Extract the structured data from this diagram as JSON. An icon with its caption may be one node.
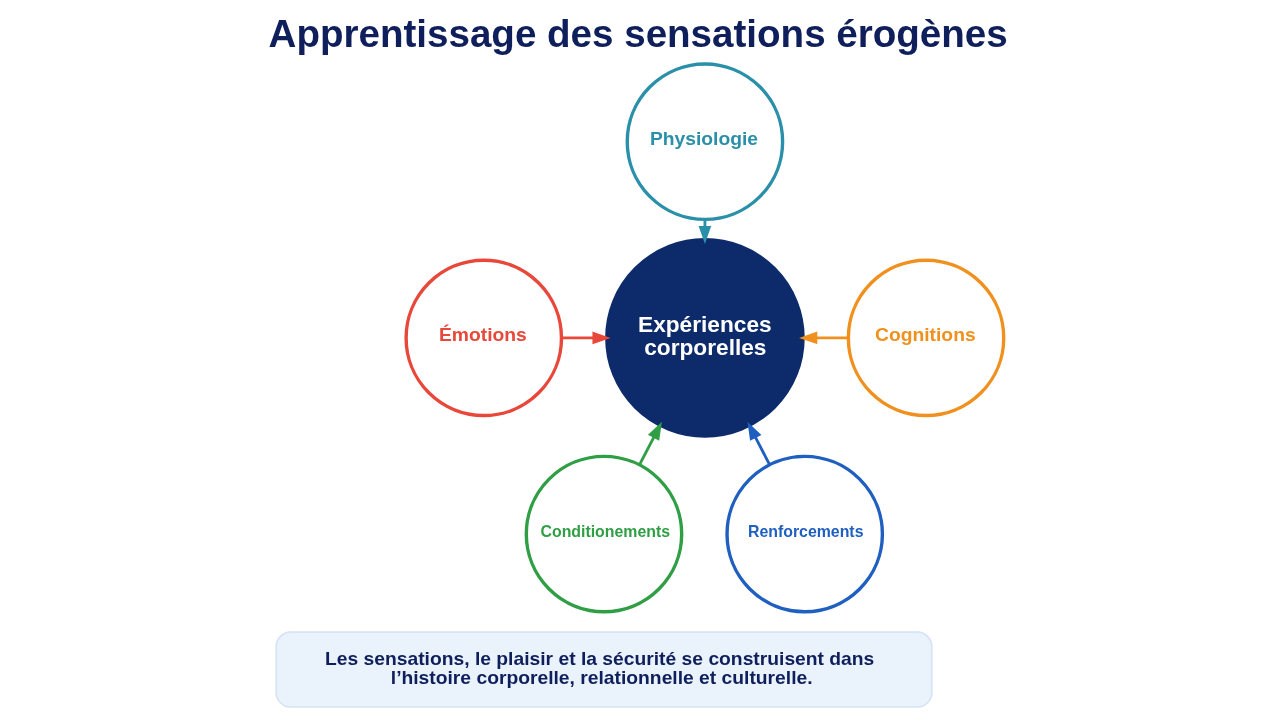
{
  "diagram": {
    "title": "Apprentissage des sensations érogènes",
    "nodes": [
      {
        "text": [
          "Physiologie"
        ]
      },
      {
        "text": [
          "Émotions"
        ]
      },
      {
        "text": [
          "Expériences corporelles"
        ]
      },
      {
        "text": [
          "Cognitions"
        ]
      },
      {
        "text": [
          "Conditionements"
        ]
      },
      {
        "text": [
          "Renforcements"
        ]
      },
      {
        "text": [
          "Les sensations, le plaisir et la sécurité se construisent dans l’histoire corporelle, relationnelle et culturelle."
        ]
      }
    ],
    "edges": [
      {
        "from": 0,
        "to": 2,
        "arrow": "to",
        "color": "#2a8fa8"
      },
      {
        "from": 1,
        "to": 2,
        "arrow": "to",
        "color": "#e8473a"
      },
      {
        "from": 3,
        "to": 2,
        "arrow": "to",
        "color": "#f0901e"
      },
      {
        "from": 4,
        "to": 2,
        "arrow": "to",
        "color": "#2f9e44"
      },
      {
        "from": 5,
        "to": 2,
        "arrow": "to",
        "color": "#1f5fbf"
      }
    ]
  }
}
